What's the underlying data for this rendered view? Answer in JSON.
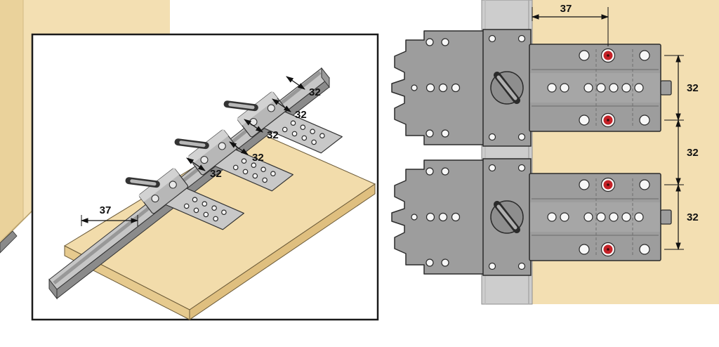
{
  "inset": {
    "dims_32": [
      "32",
      "32",
      "32",
      "32",
      "32"
    ],
    "dim_37": "37"
  },
  "elevation": {
    "dim_37": "37",
    "dims_32": [
      "32",
      "32",
      "32"
    ]
  },
  "colors": {
    "wall_light": "#f3dfb2",
    "wall_dark": "#ead29b",
    "board_top": "#f2dcab",
    "board_front": "#e6ca8e",
    "board_side": "#dfbf7f",
    "hardware_gray": "#9d9d9d",
    "hardware_outline": "#2b2b2b",
    "column_gray": "#cdcdcd",
    "hole_red": "#c42127",
    "dimension_color": "#111111"
  }
}
